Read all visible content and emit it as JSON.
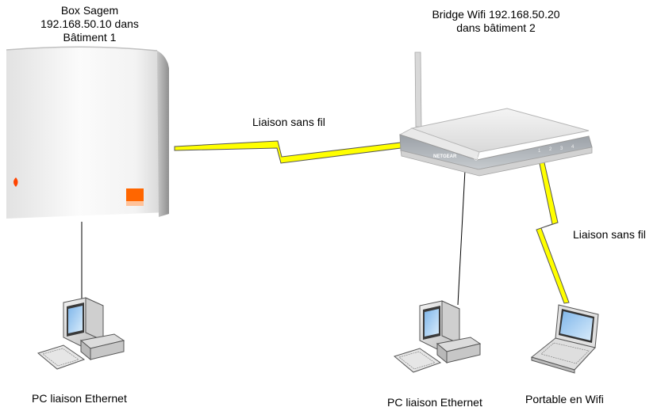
{
  "nodes": {
    "box": {
      "lines": [
        "Box Sagem",
        "192.168.50.10 dans",
        "Bâtiment 1"
      ]
    },
    "bridge": {
      "lines": [
        "Bridge Wifi 192.168.50.20",
        "dans bâtiment 2"
      ],
      "brand": "NETGEAR",
      "ports": [
        "1",
        "2",
        "3",
        "4"
      ]
    },
    "pc1": {
      "label": "PC liaison Ethernet"
    },
    "pc2": {
      "label": "PC liaison Ethernet"
    },
    "laptop": {
      "label": "Portable en Wifi"
    }
  },
  "links": {
    "wireless_main": {
      "label": "Liaison sans fil"
    },
    "wireless_laptop": {
      "label": "Liaison sans fil"
    }
  },
  "colors": {
    "lightning": "#ffff00",
    "lightning_stroke": "#555555",
    "orange": "#ff6600"
  },
  "icons": [
    "router-icon",
    "wifi-bridge-icon",
    "desktop-pc-icon",
    "laptop-icon",
    "lightning-icon"
  ]
}
